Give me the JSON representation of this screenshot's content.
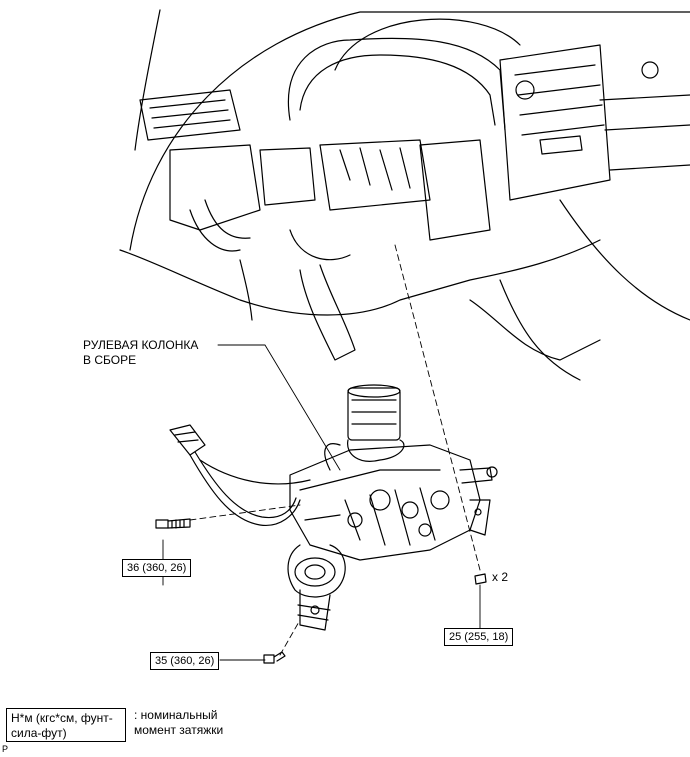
{
  "labels": {
    "assembly_line1": "РУЛЕВАЯ КОЛОНКА",
    "assembly_line2": "В СБОРЕ",
    "multiplier": "x 2"
  },
  "torques": {
    "bolt_upper_left": "36 (360, 26)",
    "bolt_lower": "35 (360, 26)",
    "nut_right": "25 (255, 18)"
  },
  "legend": {
    "unit_line1": "Н*м (кгс*см, фунт-",
    "unit_line2": "сила-фут)",
    "desc_line1": ": номинальный",
    "desc_line2": "момент затяжки"
  },
  "corner_mark": "P"
}
